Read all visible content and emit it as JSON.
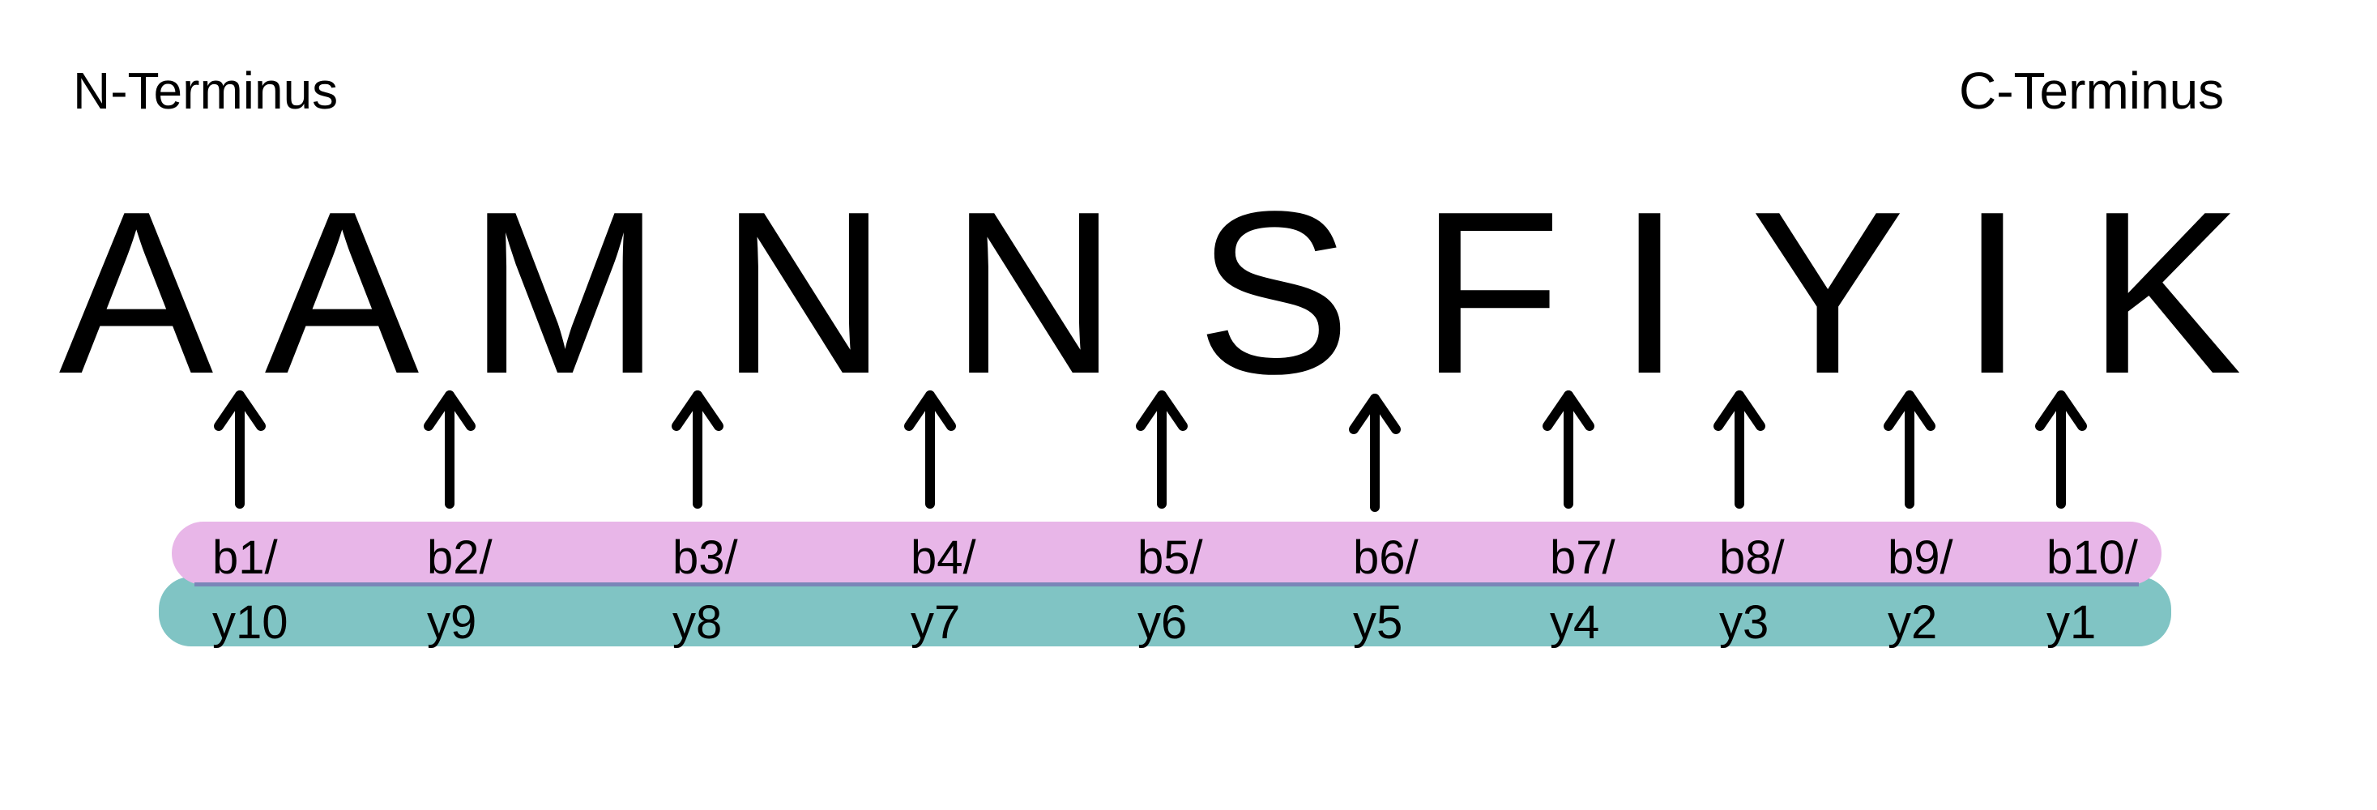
{
  "labels": {
    "n_terminus": "N-Terminus",
    "c_terminus": "C-Terminus"
  },
  "residues": [
    "A",
    "A",
    "M",
    "N",
    "N",
    "S",
    "F",
    "I",
    "Y",
    "I",
    "K"
  ],
  "b_ions": [
    "b1/",
    "b2/",
    "b3/",
    "b4/",
    "b5/",
    "b6/",
    "b7/",
    "b8/",
    "b9/",
    "b10/"
  ],
  "y_ions": [
    "y10",
    "y9",
    "y8",
    "y7",
    "y6",
    "y5",
    "y4",
    "y3",
    "y2",
    "y1"
  ],
  "colors": {
    "b_band": "#e8b6e8",
    "y_band": "#80c4c4",
    "text": "#000000",
    "arrow": "#000000"
  }
}
